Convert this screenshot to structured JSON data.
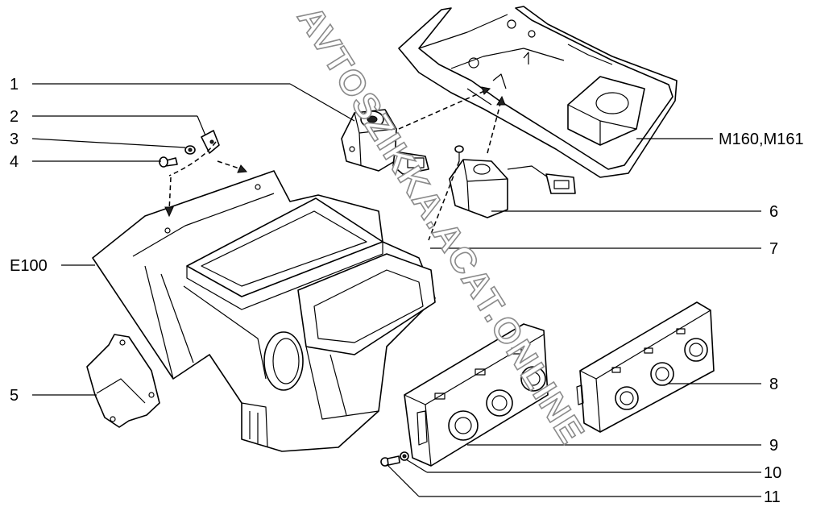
{
  "watermark": "AVTOSZIKKA.ACAT.ONLINE",
  "callouts": [
    {
      "id": "1",
      "text": "1"
    },
    {
      "id": "2",
      "text": "2"
    },
    {
      "id": "3",
      "text": "3"
    },
    {
      "id": "4",
      "text": "4"
    },
    {
      "id": "E100",
      "text": "E100"
    },
    {
      "id": "5",
      "text": "5"
    },
    {
      "id": "M160",
      "text": "M160,M161"
    },
    {
      "id": "6",
      "text": "6"
    },
    {
      "id": "7",
      "text": "7"
    },
    {
      "id": "8",
      "text": "8"
    },
    {
      "id": "9",
      "text": "9"
    },
    {
      "id": "10",
      "text": "10"
    },
    {
      "id": "11",
      "text": "11"
    }
  ],
  "parts": [
    "heater-housing-E100",
    "actuator-motor-1",
    "clip-2",
    "washer-3",
    "screw-4",
    "bracket-5",
    "overhead-console-M160-M161",
    "sensor-6",
    "screw-7",
    "climate-control-panel-8",
    "climate-control-panel-9",
    "washer-10",
    "screw-11"
  ]
}
